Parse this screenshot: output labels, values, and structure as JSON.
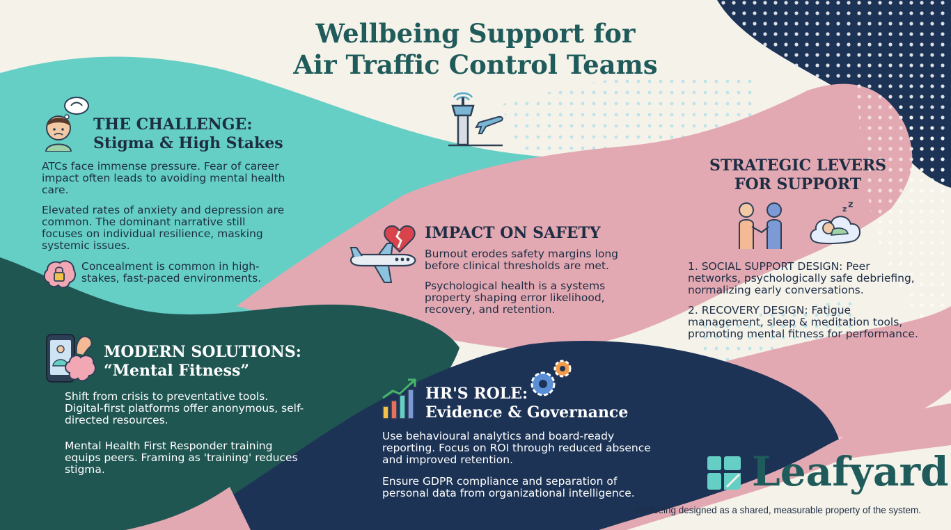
{
  "title": {
    "line1": "Wellbeing Support for",
    "line2": "Air Traffic Control Teams"
  },
  "colors": {
    "teal": "#66cfc5",
    "dark_green": "#1f5652",
    "navy": "#1c3355",
    "pink": "#e3a9b2",
    "cream": "#f5f2ea",
    "heading_dark": "#1d2d44",
    "brand_green": "#1f5b5a"
  },
  "challenge": {
    "heading_line1": "THE CHALLENGE:",
    "heading_line2": "Stigma & High Stakes",
    "p1": "ATCs face immense pressure. Fear of career impact often leads to avoiding mental health care.",
    "p2": "Elevated rates of anxiety and depression are common. The dominant narrative still focuses on individual resilience, masking systemic issues.",
    "p3": "Concealment is common in high-stakes, fast-paced environments.",
    "icons": [
      "person-thought-icon",
      "brain-lock-icon"
    ]
  },
  "safety": {
    "heading": "IMPACT ON SAFETY",
    "p1": "Burnout erodes safety margins long before clinical thresholds are met.",
    "p2": "Psychological health is a systems property shaping error likelihood, recovery, and retention.",
    "icons": [
      "broken-heart-icon",
      "airplane-icon",
      "control-tower-icon"
    ]
  },
  "levers": {
    "heading_line1": "STRATEGIC LEVERS",
    "heading_line2": "FOR SUPPORT",
    "p1": "1. SOCIAL SUPPORT DESIGN: Peer networks, psychologically safe debriefing, normalizing early conversations.",
    "p2": "2. RECOVERY DESIGN: Fatigue management, sleep & meditation tools, promoting mental fitness for performance.",
    "icons": [
      "handshake-icon",
      "sleep-cloud-icon"
    ]
  },
  "solutions": {
    "heading_line1": "MODERN SOLUTIONS:",
    "heading_line2": "“Mental Fitness”",
    "p1": "Shift from crisis to preventative tools. Digital-first platforms offer anonymous, self-directed resources.",
    "p2": "Mental Health First Responder training equips peers. Framing as 'training' reduces stigma.",
    "icons": [
      "phone-meditation-icon",
      "flexing-brain-icon"
    ]
  },
  "hr": {
    "heading_line1": "HR'S ROLE:",
    "heading_line2": "Evidence & Governance",
    "p1": "Use behavioural analytics and board-ready reporting. Focus on ROI through reduced absence and improved retention.",
    "p2": "Ensure GDPR compliance and separation of personal data from organizational intelligence.",
    "icons": [
      "growth-chart-icon",
      "gears-icon"
    ]
  },
  "brand": {
    "name": "Leafyard",
    "tagline": "Wellbeing designed as a shared, measurable property of the system."
  }
}
